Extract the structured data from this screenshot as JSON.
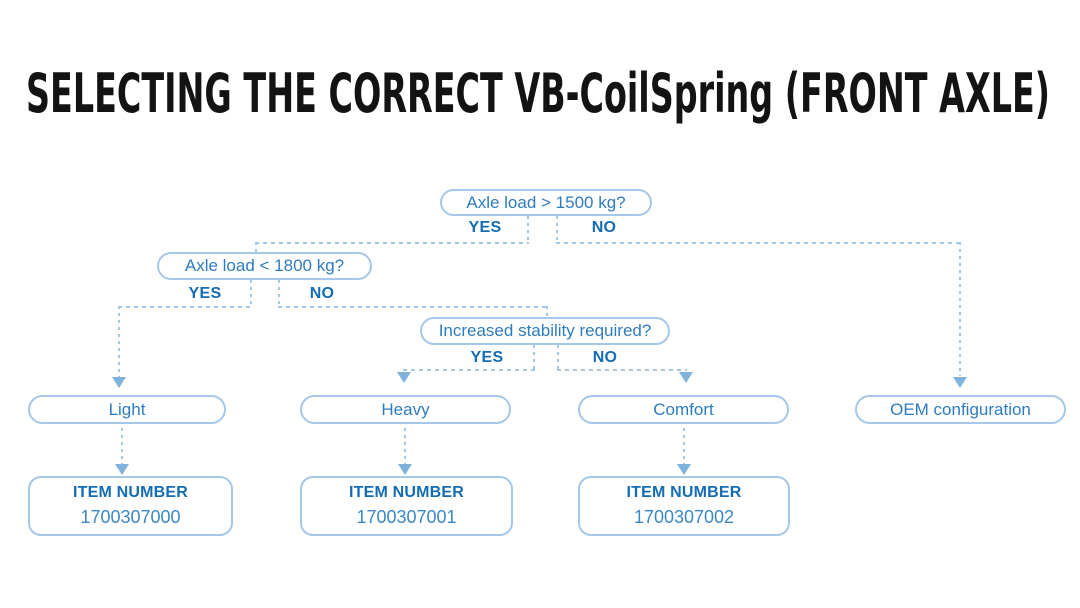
{
  "title": "SELECTING THE CORRECT VB-CoilSpring (FRONT AXLE)",
  "flowchart": {
    "decisions": [
      {
        "question": "Axle load > 1500 kg?",
        "yes_label": "YES",
        "no_label": "NO"
      },
      {
        "question": "Axle load < 1800 kg?",
        "yes_label": "YES",
        "no_label": "NO"
      },
      {
        "question": "Increased stability required?",
        "yes_label": "YES",
        "no_label": "NO"
      }
    ],
    "outcomes": [
      {
        "label": "Light",
        "item_number_label": "ITEM NUMBER",
        "item_number": "1700307000"
      },
      {
        "label": "Heavy",
        "item_number_label": "ITEM NUMBER",
        "item_number": "1700307001"
      },
      {
        "label": "Comfort",
        "item_number_label": "ITEM NUMBER",
        "item_number": "1700307002"
      },
      {
        "label": "OEM configuration"
      }
    ],
    "colors": {
      "background": "#ffffff",
      "title": "#131313",
      "box_border": "#a5c7e8",
      "question_text": "#2e7cbf",
      "branch_label": "#146cb4",
      "item_number_label": "#146cb4",
      "item_number_value": "#3c87c6",
      "connector": "#a3c8e8",
      "arrowhead": "#7fb3dc"
    }
  }
}
